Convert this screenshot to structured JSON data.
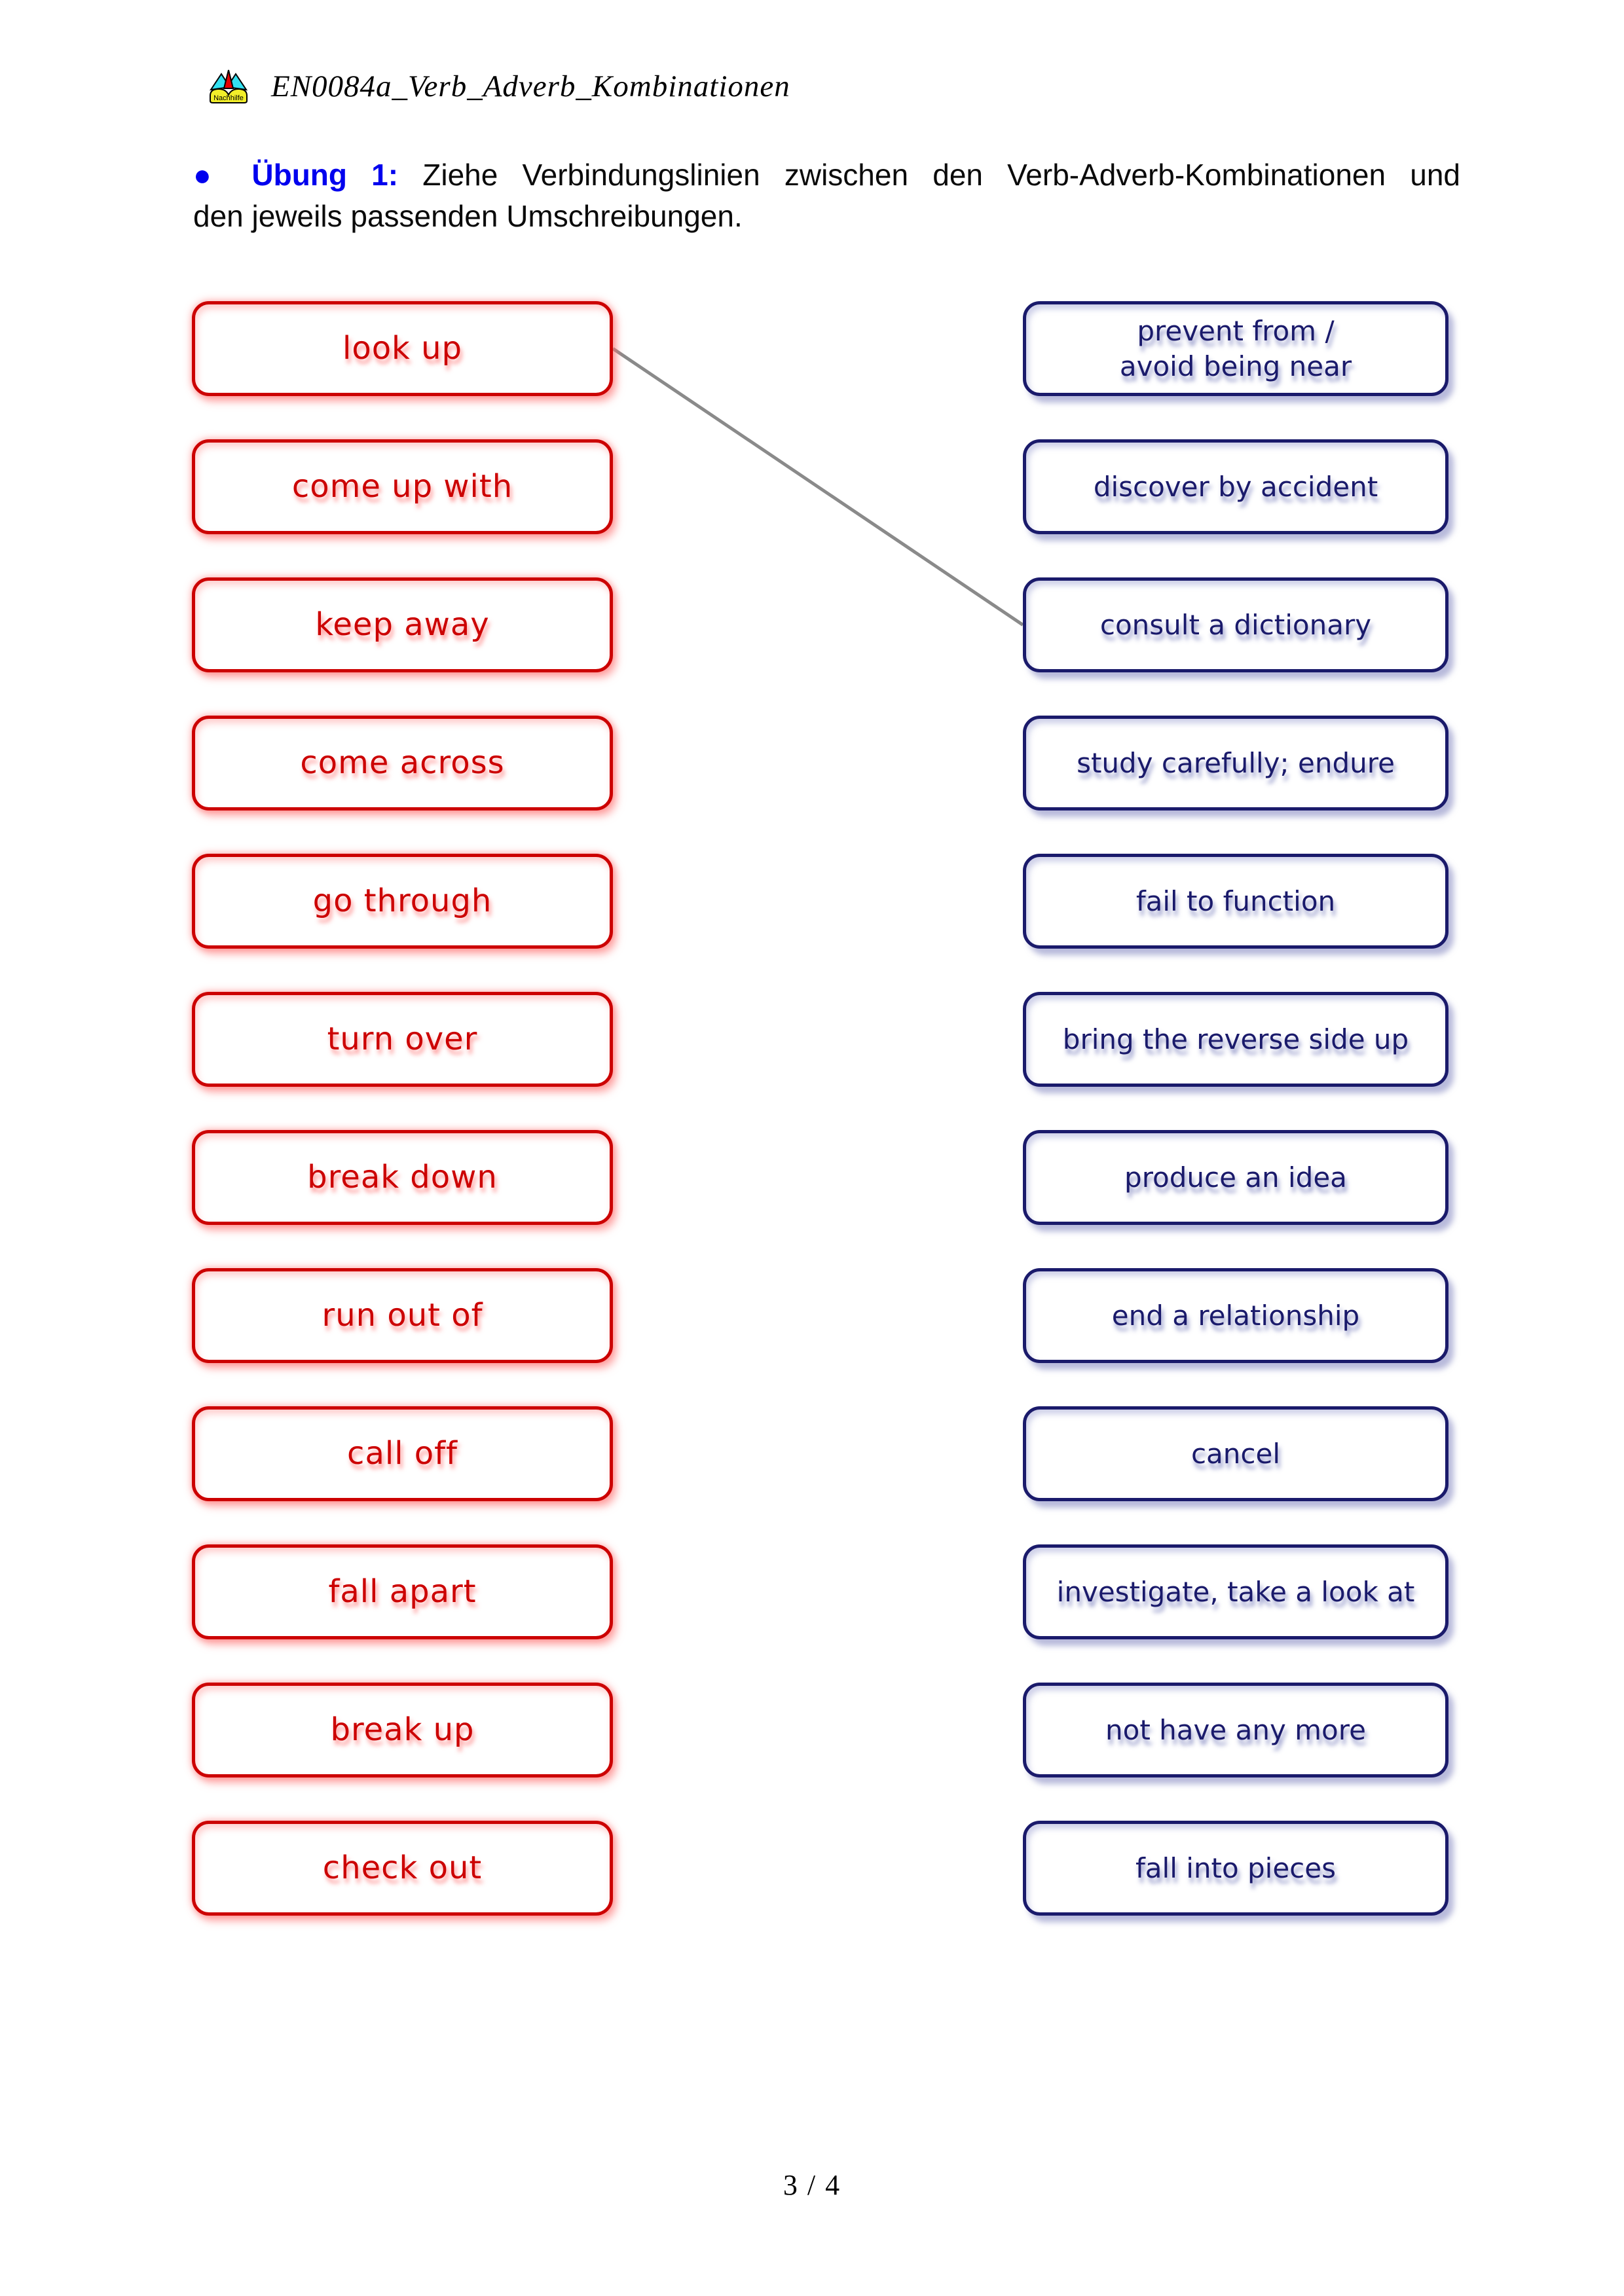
{
  "header": {
    "logo_text": "Nachhilfe",
    "title": "EN0084a_Verb_Adverb_Kombinationen"
  },
  "instruction": {
    "bullet": "●",
    "label": "Übung 1:",
    "line1_rest": "Ziehe Verbindungslinien zwischen den Verb-Adverb-Kombinationen und",
    "line2": "den jeweils passenden Umschreibungen."
  },
  "left_items": [
    "look up",
    "come up with",
    "keep away",
    "come across",
    "go through",
    "turn over",
    "break down",
    "run out of",
    "call off",
    "fall apart",
    "break up",
    "check out"
  ],
  "right_items": [
    "prevent from /\navoid being near",
    "discover by accident",
    "consult a dictionary",
    "study carefully; endure",
    "fail to function",
    "bring the reverse side up",
    "produce an idea",
    "end a relationship",
    "cancel",
    "investigate, take a look at",
    "not have any more",
    "fall into pieces"
  ],
  "connection": {
    "from_label": "look up",
    "from_index": 0,
    "to_label": "consult a dictionary",
    "to_index": 2
  },
  "footer": {
    "page_number": "3 / 4"
  },
  "colors": {
    "red_box": "#cc0000",
    "navy_box": "#1a1a6b",
    "instruction_accent": "#0000ee",
    "connector_line": "#8a8a8a"
  }
}
